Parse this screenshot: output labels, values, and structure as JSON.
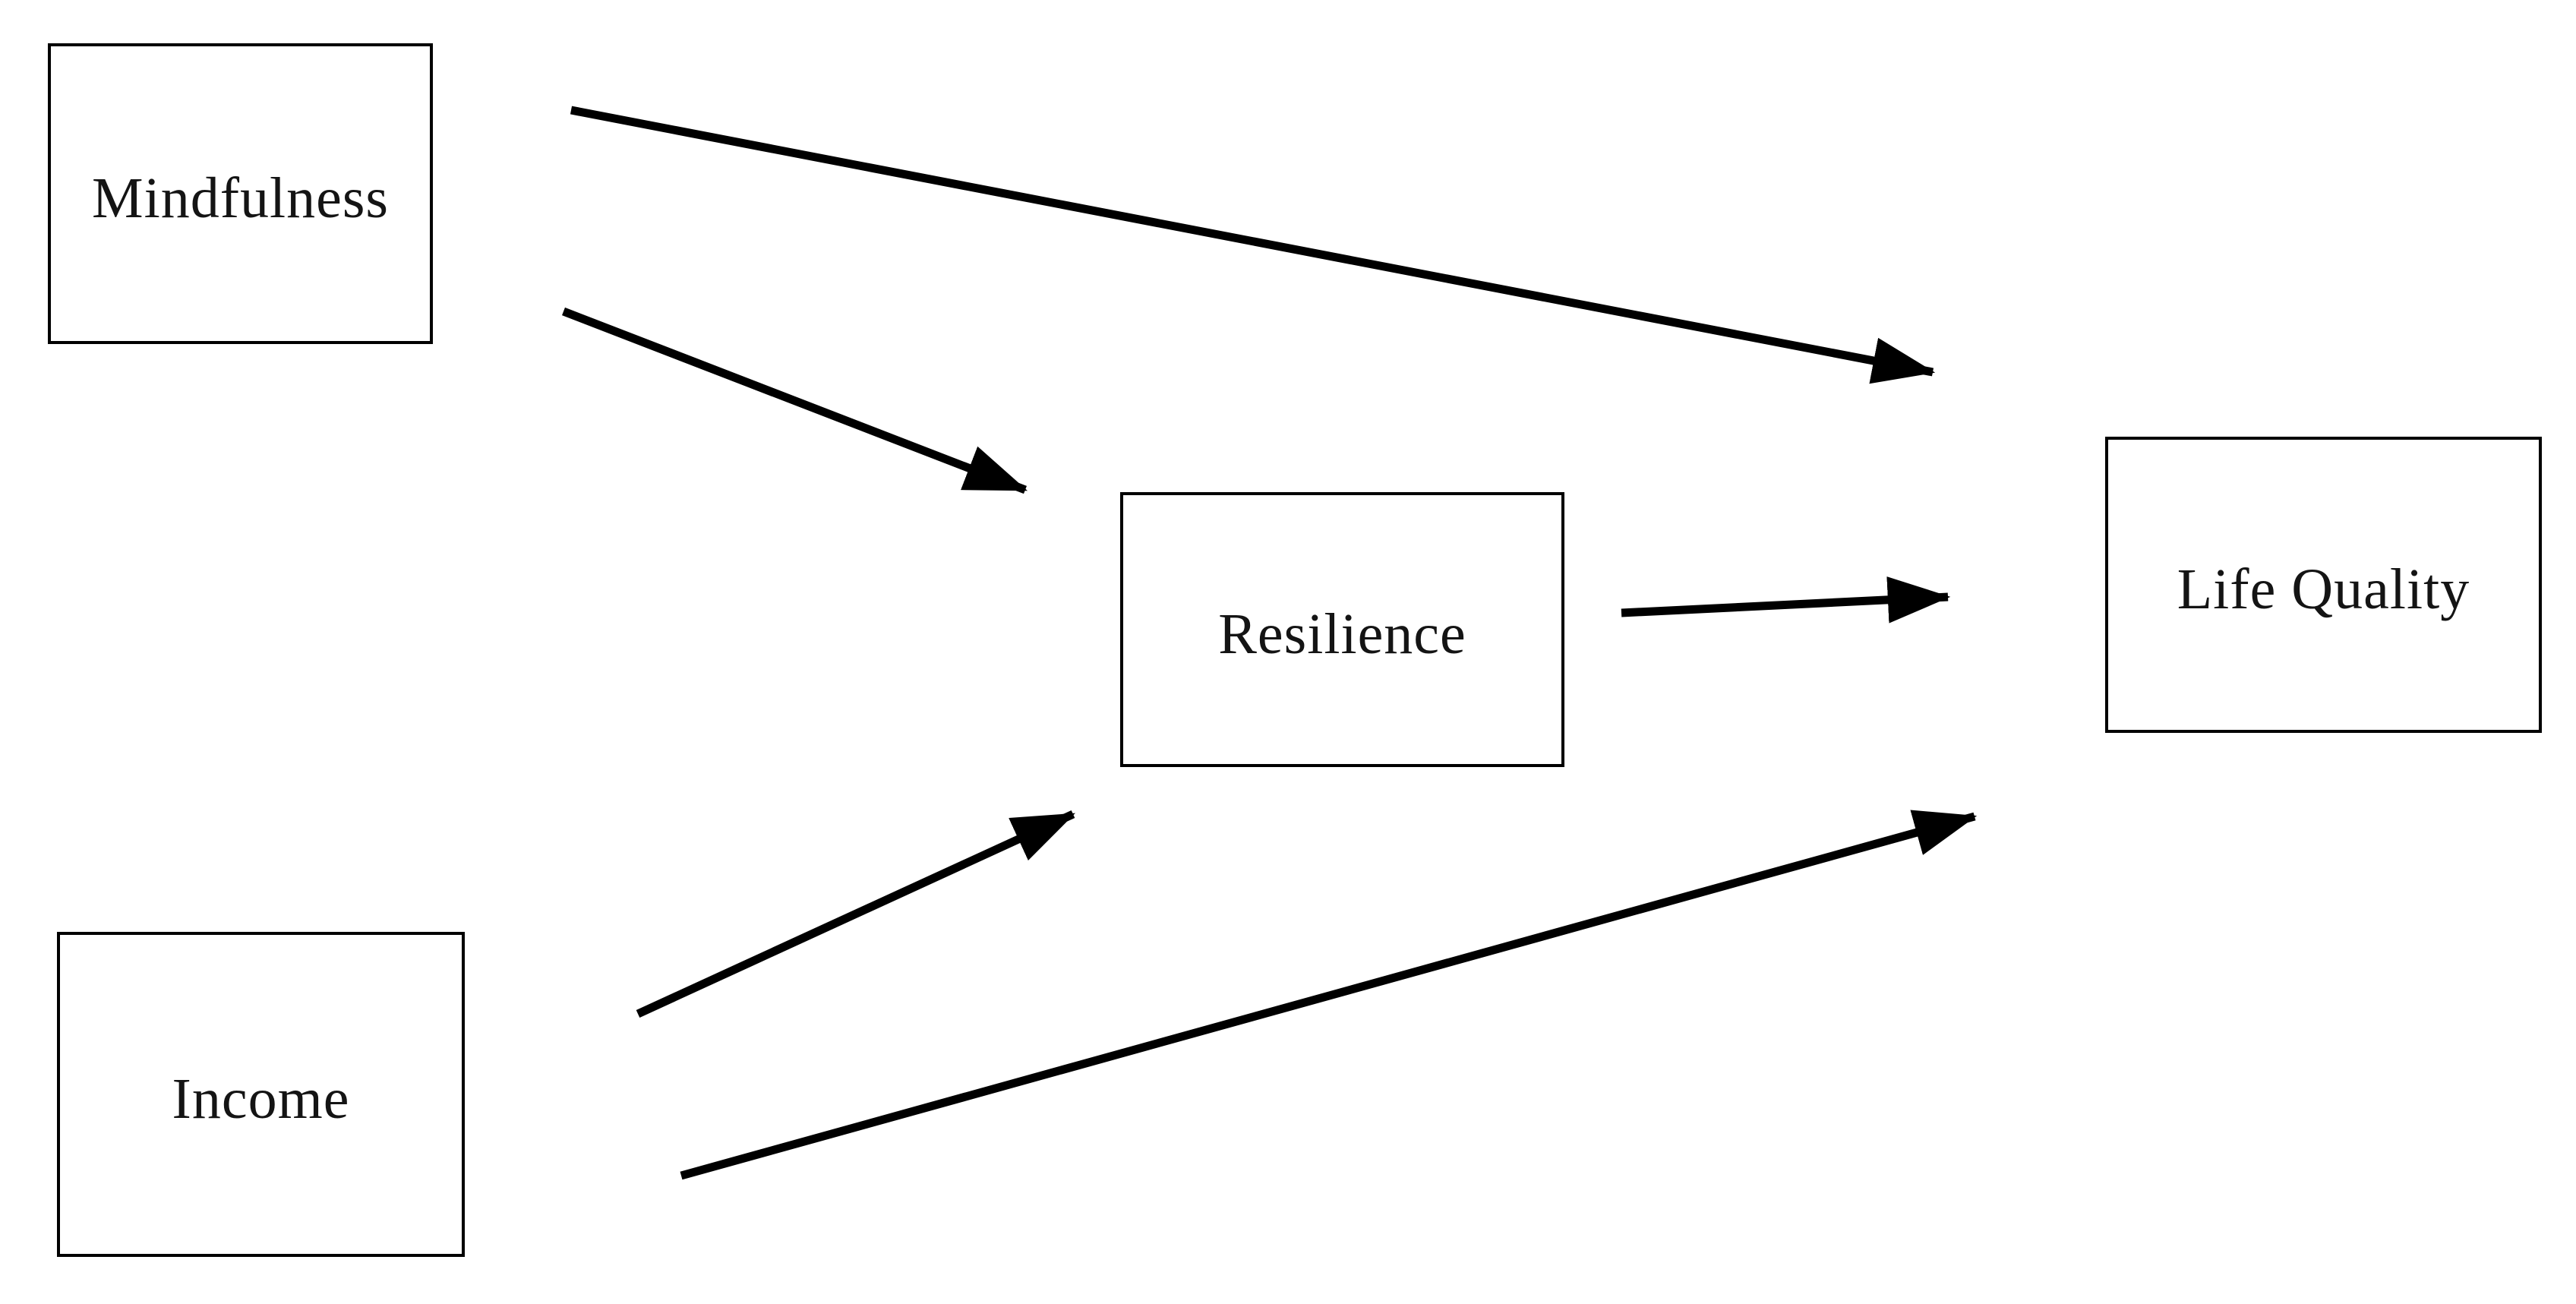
{
  "diagram": {
    "type": "path-model",
    "background_color": "#ffffff",
    "line_color": "#000000",
    "box_border_color": "#000000",
    "text_color": "#141414",
    "nodes": [
      {
        "id": "mindfulness",
        "label": "Mindfulness",
        "role": "predictor"
      },
      {
        "id": "income",
        "label": "Income",
        "role": "predictor"
      },
      {
        "id": "resilience",
        "label": "Resilience",
        "role": "mediator"
      },
      {
        "id": "life-quality",
        "label": "Life Quality",
        "role": "outcome"
      }
    ],
    "edges": [
      {
        "from": "mindfulness",
        "to": "life-quality"
      },
      {
        "from": "mindfulness",
        "to": "resilience"
      },
      {
        "from": "income",
        "to": "resilience"
      },
      {
        "from": "income",
        "to": "life-quality"
      },
      {
        "from": "resilience",
        "to": "life-quality"
      }
    ]
  }
}
